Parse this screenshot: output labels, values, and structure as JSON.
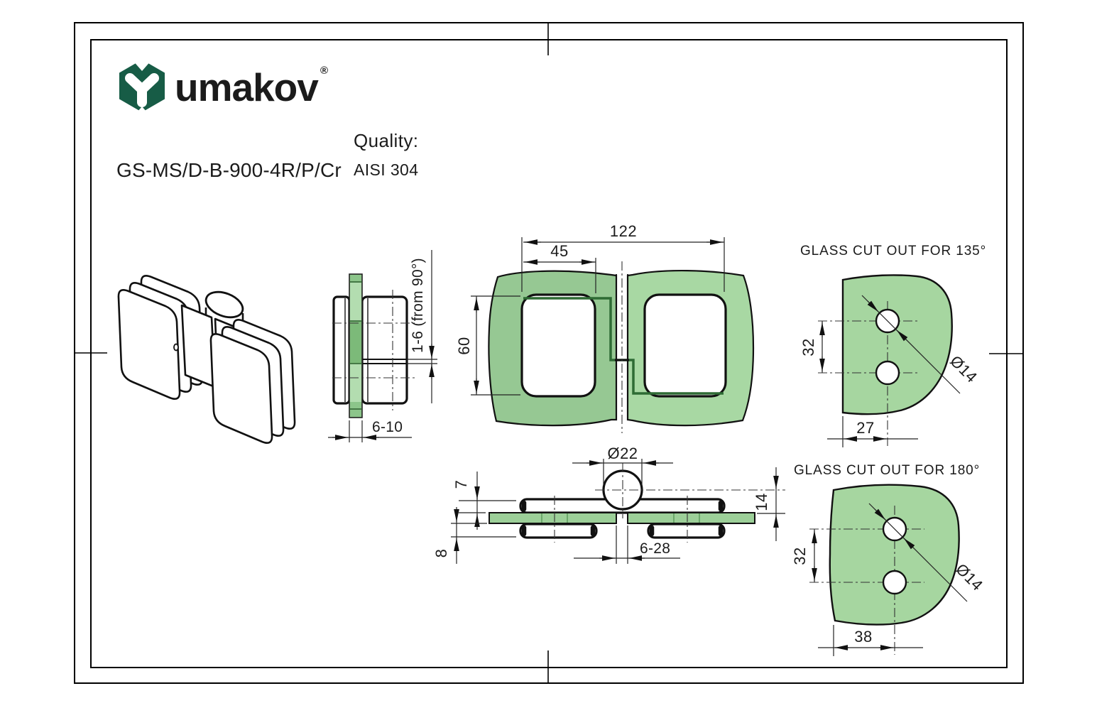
{
  "brand": {
    "name": "umakov",
    "registered": "®",
    "color": "#175c46"
  },
  "header": {
    "code": "GS-MS/D-B-900-4R/P/Cr",
    "quality_label": "Quality:",
    "quality_value": "AISI 304"
  },
  "side_view": {
    "adjustment": "1-6 (from 90°)",
    "glass_thickness": "6-10"
  },
  "plan_view": {
    "overall_width": "122",
    "plate_offset": "45",
    "plate_height": "60"
  },
  "section_view": {
    "knuckle_diameter": "Ø22",
    "plate_top": "7",
    "plate_bottom": "8",
    "pin_to_glass": "14",
    "glass_gap": "6-28"
  },
  "cutout_135": {
    "title": "GLASS CUT OUT FOR 135°",
    "hole_spacing": "32",
    "edge_distance": "27",
    "hole_diameter": "Ø14"
  },
  "cutout_180": {
    "title": "GLASS CUT OUT FOR 180°",
    "hole_spacing": "32",
    "edge_distance": "38",
    "hole_diameter": "Ø14"
  },
  "colors": {
    "glass": "#a6d6a0",
    "glass_left": "#96c893",
    "glass_dark": "#7cba79",
    "glass_light": "#b3ddb0",
    "edge_green": "#2e6b34",
    "line": "#111111"
  }
}
